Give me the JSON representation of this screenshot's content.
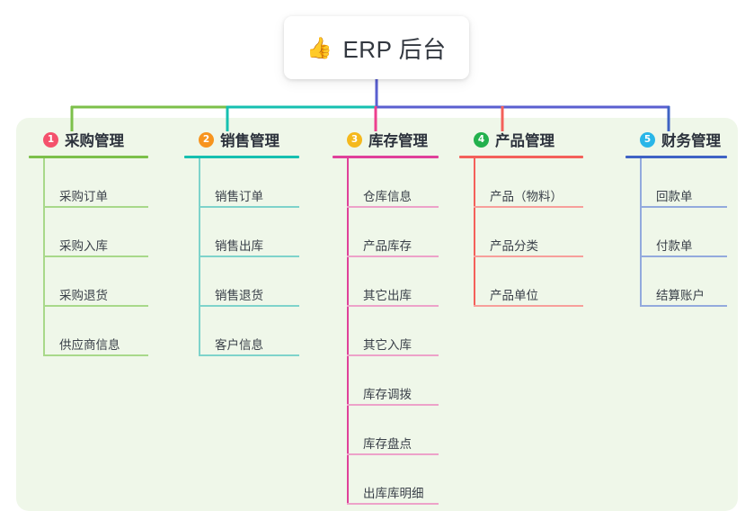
{
  "diagram": {
    "title": "ERP 后台",
    "root": {
      "icon": "thumbs-up-icon",
      "icon_glyph": "👍",
      "label": "ERP 后台"
    },
    "panel_color": "#eff7e9",
    "bus_colors": [
      "#7cc04a",
      "#16c0b0",
      "#5a5fd0",
      "#5a5fd0"
    ],
    "columns": [
      {
        "index": "1",
        "badge": "1",
        "badge_color": "#f4516c",
        "rule_color": "#7cc04a",
        "leaf_rule_color": "#a8d98a",
        "spine_color": "#a8d98a",
        "stub_color": "#7cc04a",
        "label": "采购管理",
        "leaves": [
          "采购订单",
          "采购入库",
          "采购退货",
          "供应商信息"
        ]
      },
      {
        "index": "2",
        "badge": "2",
        "badge_color": "#f7941e",
        "rule_color": "#16c0b0",
        "leaf_rule_color": "#7ed3cb",
        "spine_color": "#7ed3cb",
        "stub_color": "#16c0b0",
        "label": "销售管理",
        "leaves": [
          "销售订单",
          "销售出库",
          "销售退货",
          "客户信息"
        ]
      },
      {
        "index": "3",
        "badge": "3",
        "badge_color": "#f5b91d",
        "rule_color": "#e0419a",
        "leaf_rule_color": "#eda2c9",
        "spine_color": "#e0419a",
        "stub_color": "#ed3f8e",
        "label": "库存管理",
        "leaves": [
          "仓库信息",
          "产品库存",
          "其它出库",
          "其它入库",
          "库存调拨",
          "库存盘点",
          "出库库明细"
        ]
      },
      {
        "index": "4",
        "badge": "4",
        "badge_color": "#23b14d",
        "rule_color": "#f4605a",
        "leaf_rule_color": "#f79f9b",
        "spine_color": "#f4605a",
        "stub_color": "#f4605a",
        "label": "产品管理",
        "leaves": [
          "产品（物料）",
          "产品分类",
          "产品单位"
        ]
      },
      {
        "index": "5",
        "badge": "5",
        "badge_color": "#29b6e8",
        "rule_color": "#3f63c4",
        "leaf_rule_color": "#93aadd",
        "spine_color": "#93aadd",
        "stub_color": "#3f63c4",
        "label": "财务管理",
        "leaves": [
          "回款单",
          "付款单",
          "结算账户"
        ]
      }
    ]
  }
}
